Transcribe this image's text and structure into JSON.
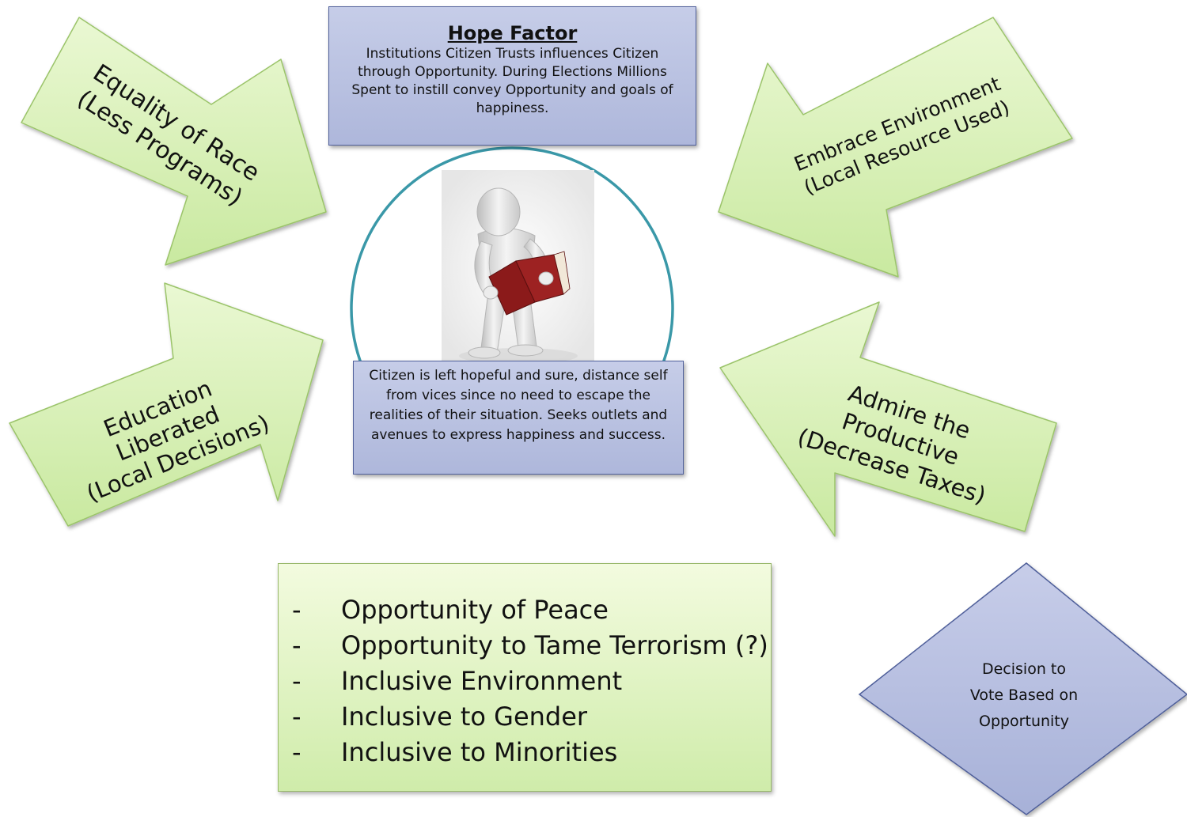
{
  "hope_factor": {
    "title": "Hope Factor",
    "body": "Institutions Citizen Trusts influences Citizen through Opportunity. During Elections Millions Spent to instill convey Opportunity and goals of happiness."
  },
  "citizen_box": {
    "body": "Citizen is left hopeful and sure, distance self from vices since no need to escape the realities of their situation. Seeks outlets and avenues to express happiness and success."
  },
  "arrows": {
    "top_left": {
      "line1": "Equality of Race",
      "line2": "(Less Programs)"
    },
    "bottom_left": {
      "line1": "Education",
      "line2": "Liberated",
      "line3": "(Local Decisions)"
    },
    "top_right": {
      "line1": "Embrace Environment",
      "line2": "(Local Resource Used)"
    },
    "bottom_right": {
      "line1": "Admire the",
      "line2": "Productive",
      "line3": "(Decrease Taxes)"
    }
  },
  "opportunities": {
    "bullet": "-",
    "items": [
      "Opportunity of Peace",
      "Opportunity to Tame Terrorism (?)",
      "Inclusive Environment",
      "Inclusive to Gender",
      "Inclusive to Minorities"
    ]
  },
  "decision": {
    "line1": "Decision to",
    "line2": "Vote Based on",
    "line3": "Opportunity"
  },
  "colors": {
    "arrow_fill": "#d4f0b0",
    "arrow_stroke": "#9bc46a",
    "box_blue": "#b8c0e0",
    "circle_stroke": "#3a98a8",
    "book": "#8b1a1a"
  },
  "icons": {
    "center_figure": "person-reading-book-icon"
  }
}
